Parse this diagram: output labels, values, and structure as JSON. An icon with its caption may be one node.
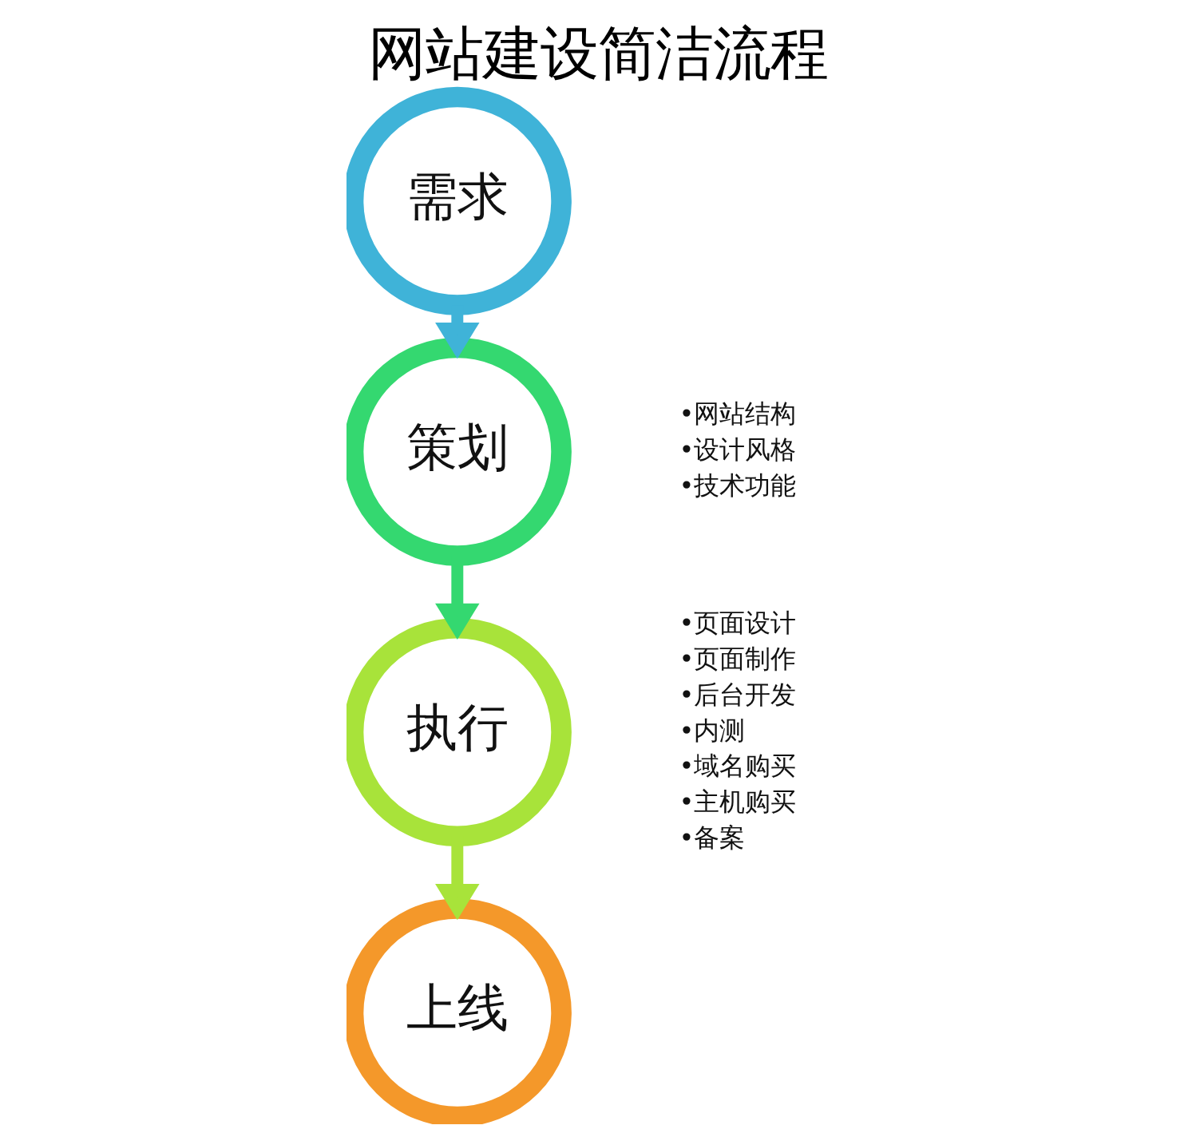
{
  "diagram": {
    "title": "网站建设简洁流程",
    "nodes": [
      {
        "text": [
          "需求"
        ]
      },
      {
        "text": [
          "策划"
        ],
        "beside": [
          "•网站结构",
          "•设计风格",
          "•技术功能"
        ]
      },
      {
        "text": [
          "执行"
        ],
        "beside": [
          "•页面设计",
          "•页面制作",
          "•后台开发",
          "•内测",
          "•域名购买",
          "•主机购买",
          "•备案"
        ]
      },
      {
        "text": [
          "上线"
        ]
      }
    ],
    "edges": [
      {
        "from": 0,
        "to": 1,
        "arrow": "to",
        "color": "#3fb3d8"
      },
      {
        "from": 1,
        "to": 2,
        "arrow": "to",
        "color": "#34d870"
      },
      {
        "from": 2,
        "to": 3,
        "arrow": "to",
        "color": "#a8e33a"
      }
    ]
  }
}
